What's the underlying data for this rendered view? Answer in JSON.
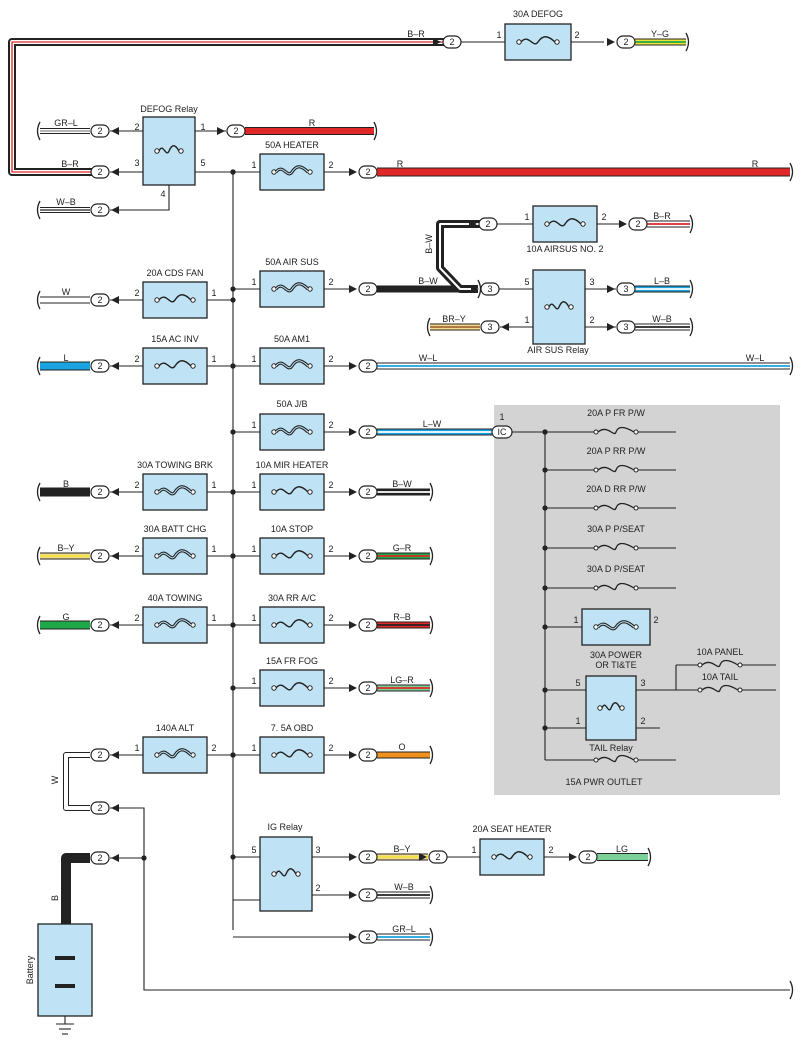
{
  "labels": {
    "defog_fuse": "30A DEFOG",
    "defog_relay": "DEFOG Relay",
    "heater": "50A HEATER",
    "airsus2": "10A AIRSUS NO. 2",
    "airsus_relay": "AIR SUS Relay",
    "cds_fan": "20A CDS FAN",
    "air_sus": "50A AIR SUS",
    "ac_inv": "15A AC INV",
    "am1": "50A AM1",
    "jb": "50A J/B",
    "towing_brk": "30A TOWING BRK",
    "mir_heater": "10A MIR HEATER",
    "batt_chg": "30A BATT CHG",
    "stop": "10A STOP",
    "towing": "40A TOWING",
    "rr_ac": "30A RR A/C",
    "fr_fog": "15A FR FOG",
    "alt": "140A ALT",
    "obd": "7. 5A OBD",
    "ig_relay": "IG Relay",
    "seat_heater": "20A SEAT HEATER",
    "battery": "Battery",
    "p_fr_pw": "20A P FR P/W",
    "p_rr_pw": "20A P RR P/W",
    "d_rr_pw": "20A D RR P/W",
    "p_pseat": "30A P P/SEAT",
    "d_pseat": "30A D P/SEAT",
    "power_outlet_1": "30A POWER",
    "power_outlet_2": "OR TI&TE",
    "panel": "10A PANEL",
    "tail": "10A TAIL",
    "tail_relay": "TAIL Relay",
    "pwr_outlet": "15A PWR OUTLET",
    "ic_connector": "IC"
  },
  "wire_colors": {
    "b_r": "B–R",
    "y_g": "Y–G",
    "gr_l": "GR–L",
    "r": "R",
    "w_b": "W–B",
    "b_w": "B–W",
    "l_b": "L–B",
    "br_y": "BR–Y",
    "w": "W",
    "l": "L",
    "w_l": "W–L",
    "l_w": "L–W",
    "b": "B",
    "b_y": "B–Y",
    "g_r": "G–R",
    "g": "G",
    "r_b": "R–B",
    "lg_r": "LG–R",
    "o": "O",
    "lg": "LG"
  },
  "colors": {
    "black": "#1a1a1a",
    "red": "#e02828",
    "white": "#ffffff",
    "blue": "#1aa3e0",
    "yellow": "#f2e23c",
    "green": "#1ea84a",
    "orange": "#f0901e",
    "light_green": "#7ed09a",
    "brown": "#a86a3a",
    "tan": "#f4dc8c",
    "gray": "#888888",
    "fuse_fill": "#bfe3f5",
    "panel_bg": "#d3d3d3"
  }
}
